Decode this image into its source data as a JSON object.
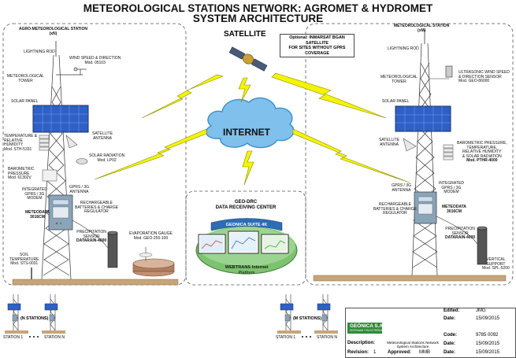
{
  "title": {
    "line1": "METEOROLOGICAL STATIONS NETWORK: AGROMET & HYDROMET",
    "line2": "SYSTEM ARCHITECTURE"
  },
  "left_station": {
    "name": "AGRO-METEOROLOGICAL STATION",
    "id": "(xN)",
    "lightning_rod": "LIGHTNING ROD",
    "wind": [
      "WIND SPEED & DIRECTION",
      "Mod. 05103"
    ],
    "tower": [
      "METEOROLOGICAL",
      "TOWER"
    ],
    "solar_panel": "SOLAR PANEL",
    "temp": [
      "TEMPERATURE &",
      "RELATIVE",
      "HUMIDITY",
      "Mod. STH-5331"
    ],
    "sat_antenna": [
      "SATELLITE",
      "ANTENNA"
    ],
    "radiation": [
      "SOLAR RADIATION",
      "Mod. LP02"
    ],
    "pressure": [
      "BAROMETRIC",
      "PRESSURE",
      "Mod. 61302V"
    ],
    "modem": [
      "INTEGRATED",
      "GPRS / 3G",
      "MODEM"
    ],
    "gprs_antenna": [
      "GPRS / 3G",
      "ANTENNA"
    ],
    "batteries": [
      "RECHARGEABLE",
      "BATTERIES & CHARGE",
      "REGULATOR"
    ],
    "meteodata": [
      "METEODATA",
      "3016CM"
    ],
    "precip": [
      "PRECIPITATION",
      "SENSOR",
      "DATARAIN-4000"
    ],
    "evap": [
      "EVAPORATION GAUGE",
      "Mod. GEO-255-100"
    ],
    "soil": [
      "SOIL",
      "TEMPERATURE",
      "Mod. STS-0031"
    ]
  },
  "right_station": {
    "name": "METEOROLOGICAL STATION",
    "id": "(xM)",
    "lightning_rod": "LIGHTNING ROD",
    "tower": [
      "METEOROLOGICAL",
      "TOWER"
    ],
    "wind": [
      "ULTRASONIC WIND SPEED",
      "& DIRECTION SENSOR",
      "Mod. GEO-86000"
    ],
    "solar_panel": "SOLAR PANEL",
    "sat_antenna": [
      "SATELLITE",
      "ANTENNA"
    ],
    "multi": [
      "BAROMETRIC PRESSURE,",
      "TEMPERATURE,",
      "RELATIVE HUMIDITY",
      "& SOLAR RADIATION",
      "Mod. PTHR-4000"
    ],
    "gprs_antenna": [
      "GPRS / 3G",
      "ANTENNA"
    ],
    "modem": [
      "INTEGRATED",
      "GPRS / 3G",
      "MODEM"
    ],
    "batteries": [
      "RECHARGEABLE",
      "BATTERIES & CHARGE",
      "REGULATOR"
    ],
    "meteodata": [
      "METEODATA",
      "3016CM"
    ],
    "precip": [
      "PRECIPITATION",
      "SENSOR",
      "DATARAIN-4000"
    ],
    "support": [
      "VERTICAL",
      "SUPPORT",
      "Mod. SPL-5200"
    ]
  },
  "satellite": {
    "label": "SATELLITE",
    "note": [
      "Optional: INMARSAT BGAN SATELLITE",
      "FOR SITES WITHOUT GPRS COVERAGE"
    ]
  },
  "internet": {
    "label": "INTERNET"
  },
  "center": {
    "title": [
      "GEO-DRC",
      "DATA RECEIVING CENTER"
    ],
    "suite": "GEONICA SUITE 4K",
    "webtrans": [
      "WEBTRANS Internet",
      "Platform"
    ]
  },
  "bottom_left": {
    "n_stations": "(N STATIONS)",
    "station1": "STATION 1",
    "stationN": "STATION N"
  },
  "bottom_right": {
    "m_stations": "(M STATIONS)",
    "station1": "STATION 1",
    "stationN": "STATION N"
  },
  "titleblock": {
    "company": "GEÓNICA S.A.",
    "company_sub": "SISTEMAS Y ELECTRÓNICA",
    "edited_key": "Edited:",
    "edited_val": "JMG",
    "date_key": "Date:",
    "date1": "15/09/2015",
    "description_key": "Description:",
    "description_val": [
      "Meteorological Stations Network",
      "System Architecture"
    ],
    "code_key": "Code:",
    "code_val": "9785 0092",
    "revision_key": "Revision:",
    "revision_val": "1",
    "approved_key": "Approved:",
    "approved_val": "MMB",
    "date2": "15/09/2015",
    "date3": "15/09/2015"
  },
  "colors": {
    "lightning_fill": "#f4f400",
    "lightning_stroke": "#8a8a00",
    "cloud": "#7fc0ec",
    "cloud_dark": "#3d8fcc",
    "panel_blue": "#2e60c6",
    "ground": "#c7a57a",
    "logger": "#8aa4b8",
    "platform_green": "#7dc36f"
  }
}
